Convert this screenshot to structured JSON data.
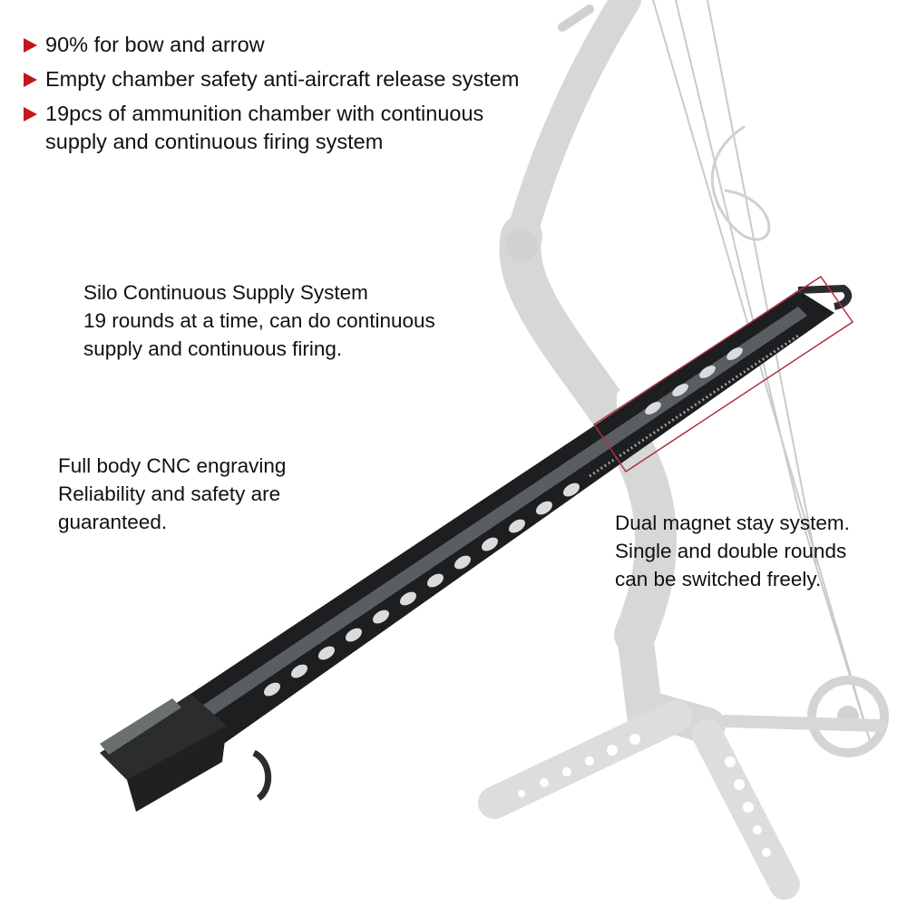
{
  "bullets": [
    {
      "icon": "red-triangle-arrow-icon",
      "lines": [
        "90% for bow and arrow"
      ]
    },
    {
      "icon": "red-triangle-arrow-icon",
      "lines": [
        "Empty chamber safety anti-aircraft release system"
      ]
    },
    {
      "icon": "red-triangle-arrow-icon",
      "lines": [
        "19pcs of ammunition chamber with continuous",
        "supply and continuous firing system"
      ]
    }
  ],
  "captions": {
    "silo": [
      "Silo Continuous Supply System",
      "19 rounds at a time, can do continuous",
      "supply and continuous firing."
    ],
    "cnc": [
      "Full body CNC engraving",
      "Reliability and safety are",
      "guaranteed."
    ],
    "magnet": [
      "Dual magnet stay system.",
      "Single and double rounds",
      "can be switched freely."
    ]
  },
  "colors": {
    "bullet_arrow": "#c4161c",
    "highlight_box": "#b0303a",
    "rail": "#1c1e20",
    "bow_ghost": "#d9dbdb"
  }
}
